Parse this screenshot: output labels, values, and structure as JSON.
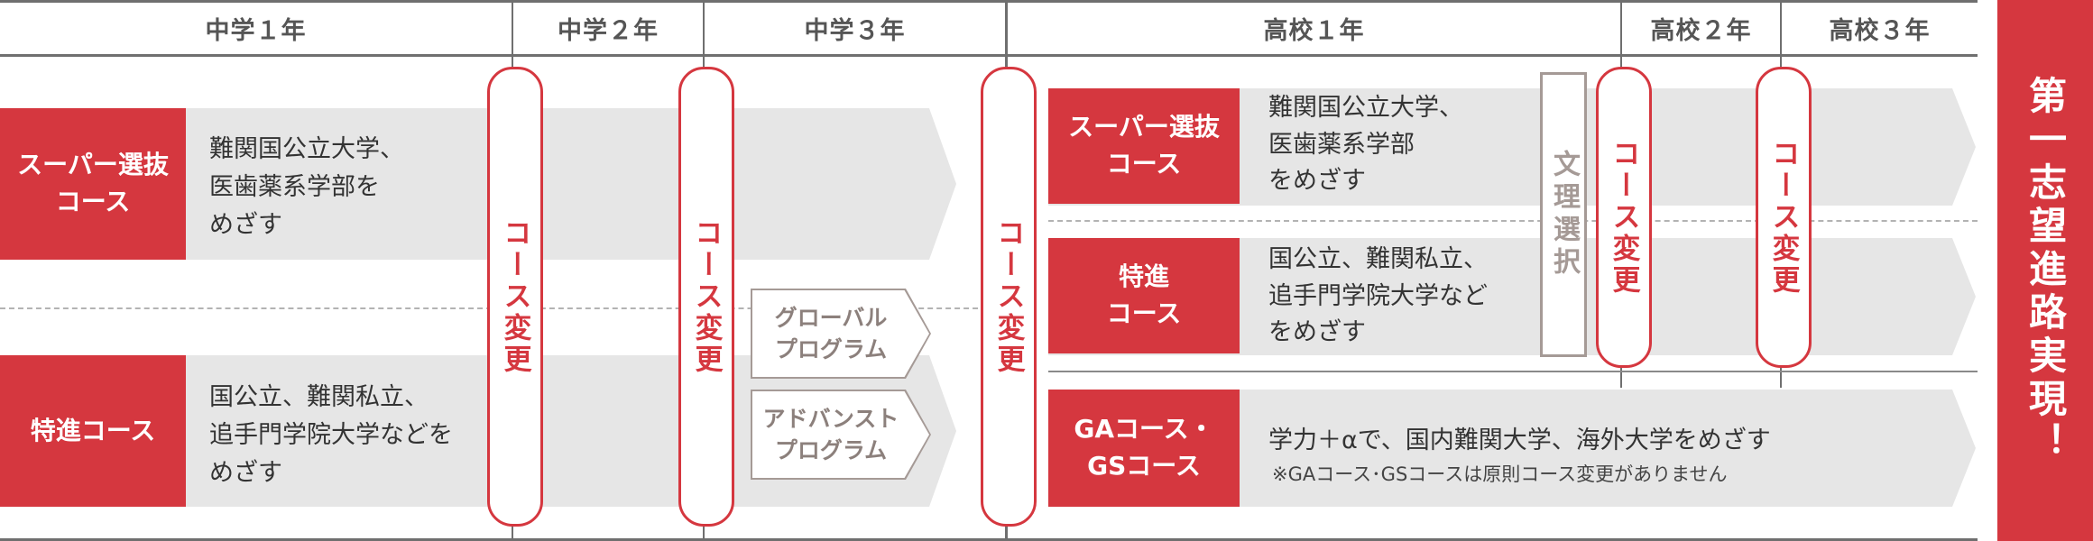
{
  "header": {
    "jh1": "中学１年",
    "jh2": "中学２年",
    "jh3": "中学３年",
    "hs1": "高校１年",
    "hs2": "高校２年",
    "hs3": "高校３年"
  },
  "junior": {
    "super": {
      "label_line1": "スーパー選抜",
      "label_line2": "コース",
      "desc_line1": "難関国公立大学、",
      "desc_line2": "医歯薬系学部を",
      "desc_line3": "めざす"
    },
    "tokushin": {
      "label": "特進コース",
      "desc_line1": "国公立、難関私立、",
      "desc_line2": "追手門学院大学などを",
      "desc_line3": "めざす"
    }
  },
  "course_change": "コース変更",
  "programs": {
    "global_line1": "グローバル",
    "global_line2": "プログラム",
    "advanced_line1": "アドバンスト",
    "advanced_line2": "プログラム"
  },
  "senior": {
    "super": {
      "label_line1": "スーパー選抜",
      "label_line2": "コース",
      "desc_line1": "難関国公立大学、",
      "desc_line2": "医歯薬系学部",
      "desc_line3": "をめざす"
    },
    "tokushin": {
      "label_line1": "特進",
      "label_line2": "コース",
      "desc_line1": "国公立、難関私立、",
      "desc_line2": "追手門学院大学など",
      "desc_line3": "をめざす"
    },
    "ga_gs": {
      "label_line1": "GAコース・",
      "label_line2": "GSコース",
      "desc": "学力＋αで、国内難関大学、海外大学をめざす",
      "note": "※GAコース･GSコースは原則コース変更がありません"
    },
    "bunri": "文理選択"
  },
  "goal": "第一志望進路実現！",
  "colors": {
    "accent": "#d5373f",
    "arrow": "#e6e6e6",
    "outline": "#a59a96"
  }
}
